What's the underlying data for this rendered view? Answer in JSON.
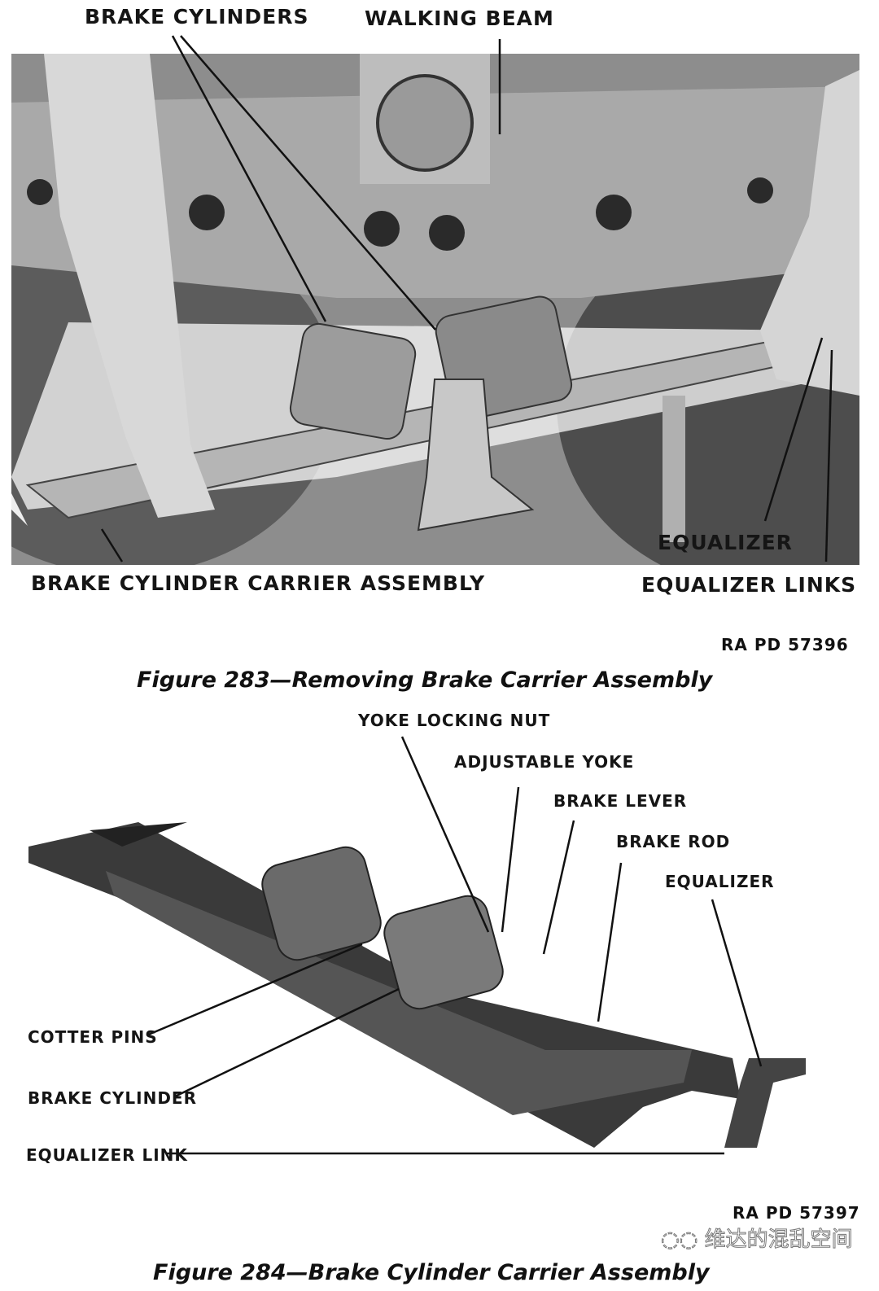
{
  "figure283": {
    "labels": {
      "brake_cylinders": "BRAKE CYLINDERS",
      "walking_beam": "WALKING BEAM",
      "carrier_assembly": "BRAKE CYLINDER CARRIER ASSEMBLY",
      "equalizer": "EQUALIZER",
      "equalizer_links": "EQUALIZER LINKS"
    },
    "ref": "RA PD 57396",
    "caption": "Figure 283—Removing Brake Carrier Assembly"
  },
  "figure284": {
    "labels": {
      "yoke_locking_nut": "YOKE LOCKING NUT",
      "adjustable_yoke": "ADJUSTABLE YOKE",
      "brake_lever": "BRAKE LEVER",
      "brake_rod": "BRAKE ROD",
      "equalizer": "EQUALIZER",
      "cotter_pins": "COTTER PINS",
      "brake_cylinder": "BRAKE CYLINDER",
      "equalizer_link": "EQUALIZER LINK"
    },
    "ref": "RA PD 57397",
    "caption": "Figure 284—Brake Cylinder Carrier Assembly"
  },
  "watermark": "维达的混乱空间"
}
